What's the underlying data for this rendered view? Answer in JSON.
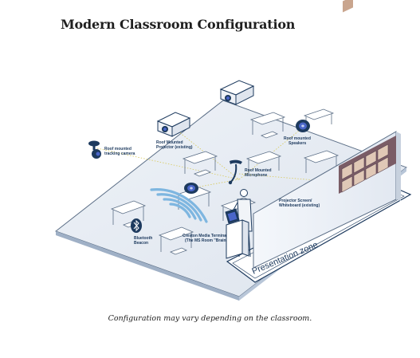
{
  "title": "Modern Classroom Configuration",
  "caption": "Configuration may vary depending on the classroom.",
  "labels": {
    "camera": [
      "Roof mounted",
      "tracking camera"
    ],
    "projector": [
      "Roof Mounted",
      "Projector (existing)"
    ],
    "speakers": [
      "Roof mounted",
      "Speakers"
    ],
    "microphone": [
      "Roof Mounted",
      "Microphone"
    ],
    "screen": [
      "Projector Screen/",
      "Whiteboard (existing)"
    ],
    "terminal": [
      "Creston Media Terminal",
      "(The MS Room \"Brain\")"
    ],
    "beacon": [
      "Bluetooth",
      "Beacon"
    ],
    "zone": "Presentation zone"
  },
  "colors": {
    "floor": "#e7ecf3",
    "floor_edge": "#5b6e86",
    "navy": "#1d3a5e",
    "accent_blue": "#4a66c9",
    "wifi": "#7eb6e0",
    "dotted_line": "#d8c95a"
  },
  "icons": {
    "camera": "tracking-camera-icon",
    "projector": "projector-icon",
    "speaker": "speaker-icon",
    "microphone": "microphone-icon",
    "bluetooth": "bluetooth-icon",
    "wifi": "wifi-waves-icon",
    "presenter": "presenter-figure",
    "screen": "video-call-screen"
  }
}
